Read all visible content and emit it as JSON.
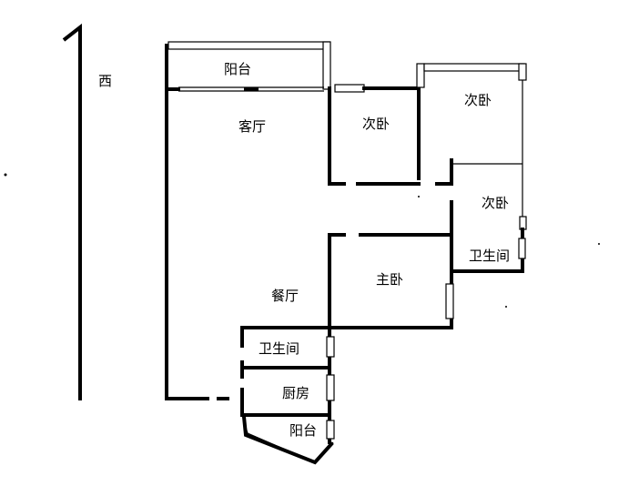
{
  "compass": {
    "direction_label": "西"
  },
  "rooms": {
    "balcony_top": "阳台",
    "living_room": "客厅",
    "bedroom_a": "次卧",
    "bedroom_b": "次卧",
    "bedroom_c": "次卧",
    "bathroom_right": "卫生间",
    "master_bedroom": "主卧",
    "dining_room": "餐厅",
    "bathroom_left": "卫生间",
    "kitchen": "厨房",
    "balcony_bottom": "阳台"
  }
}
